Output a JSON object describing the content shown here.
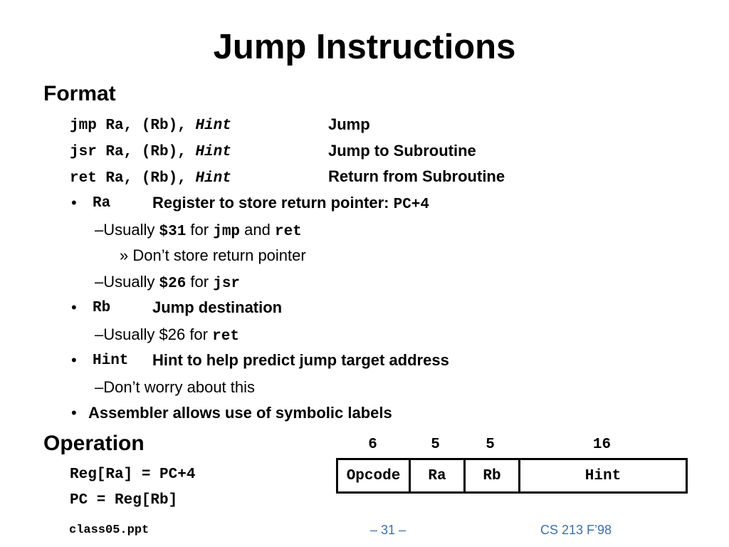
{
  "title": "Jump Instructions",
  "format": {
    "heading": "Format",
    "rows": [
      {
        "op": "jmp",
        "args": "Ra, (Rb), ",
        "hint": "Hint",
        "desc": "Jump"
      },
      {
        "op": "jsr",
        "args": "Ra, (Rb), ",
        "hint": "Hint",
        "desc": "Jump to Subroutine"
      },
      {
        "op": "ret",
        "args": "Ra, (Rb), ",
        "hint": "Hint",
        "desc": "Return from Subroutine"
      }
    ],
    "bullets": {
      "ra": {
        "symbol": "•",
        "code": "Ra",
        "text": "Register to store return pointer: ",
        "code2": "PC+4",
        "sub1": {
          "dash": "–",
          "pre": "Usually ",
          "code1": "$31",
          "mid": " for ",
          "code2": "jmp",
          "and": " and ",
          "code3": "ret"
        },
        "sub1a": {
          "mark": "»",
          "text": "Don’t store return pointer"
        },
        "sub2": {
          "dash": "–",
          "pre": "Usually ",
          "code1": "$26",
          "mid": " for ",
          "code2": "jsr"
        }
      },
      "rb": {
        "symbol": "•",
        "code": "Rb",
        "text": "Jump destination",
        "sub1": {
          "dash": "–",
          "pre": "Usually $26 for ",
          "code": "ret"
        }
      },
      "hint": {
        "symbol": "•",
        "code": "Hint",
        "text": "Hint to help predict jump target address",
        "sub1": {
          "dash": "–",
          "text": "Don’t worry about this"
        }
      },
      "assembler": {
        "symbol": "•",
        "text": "Assembler allows use of symbolic labels"
      }
    }
  },
  "operation": {
    "heading": "Operation",
    "line1": "Reg[Ra] = PC+4",
    "line2": "PC = Reg[Rb]"
  },
  "instruction_format": {
    "widths": [
      "6",
      "5",
      "5",
      "16"
    ],
    "fields": [
      "Opcode",
      "Ra",
      "Rb",
      "Hint"
    ]
  },
  "footer": {
    "left": "class05.ppt",
    "center": "– 31 –",
    "right": "CS 213 F’98"
  }
}
